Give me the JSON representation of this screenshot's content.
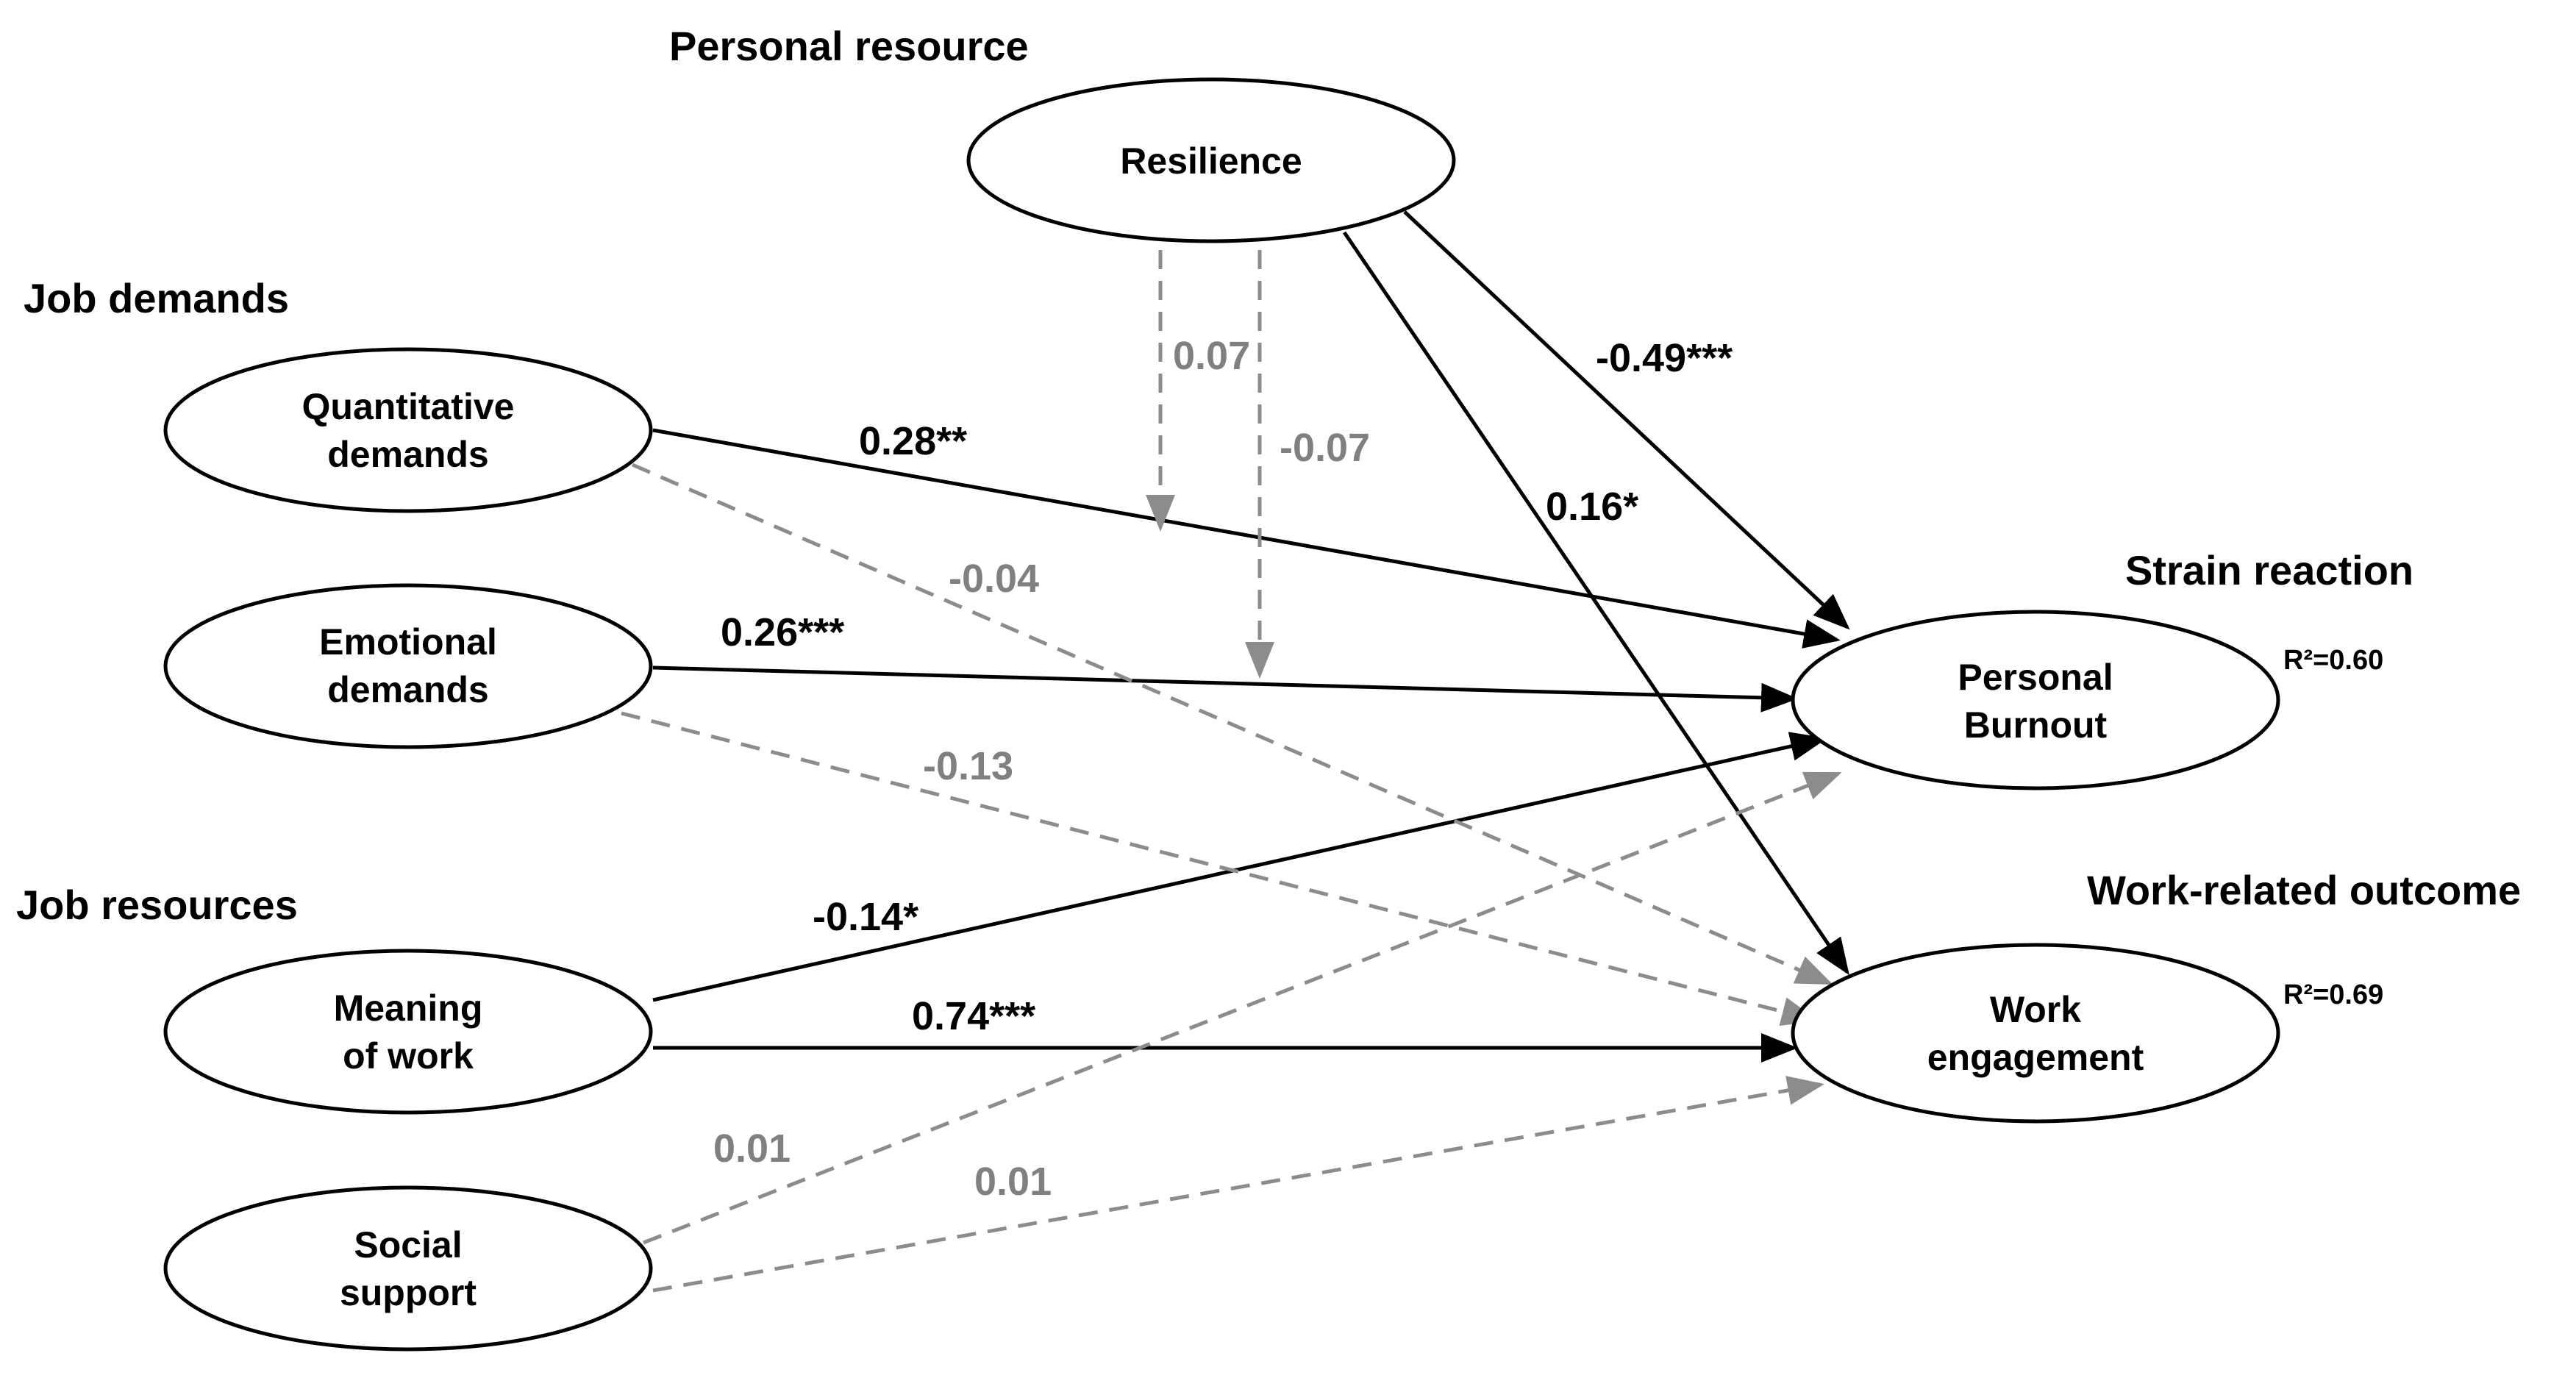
{
  "groups": {
    "personal_resource": "Personal resource",
    "job_demands": "Job demands",
    "job_resources": "Job resources",
    "strain_reaction": "Strain reaction",
    "work_outcome": "Work-related outcome"
  },
  "nodes": {
    "resilience": [
      "Resilience"
    ],
    "quantitative": [
      "Quantitative",
      "demands"
    ],
    "emotional": [
      "Emotional",
      "demands"
    ],
    "meaning": [
      "Meaning",
      "of work"
    ],
    "social": [
      "Social",
      "support"
    ],
    "burnout": [
      "Personal",
      "Burnout"
    ],
    "engagement": [
      "Work",
      "engagement"
    ]
  },
  "r_squared": {
    "burnout": "R²=0.60",
    "engagement": "R²=0.69"
  },
  "paths": {
    "quant_burnout": {
      "label": "0.28**",
      "significant": true
    },
    "quant_engagement": {
      "label": "-0.04",
      "significant": false
    },
    "emo_burnout": {
      "label": "0.26***",
      "significant": true
    },
    "emo_engagement": {
      "label": "-0.13",
      "significant": false
    },
    "meaning_burnout": {
      "label": "-0.14*",
      "significant": true
    },
    "meaning_engagement": {
      "label": "0.74***",
      "significant": true
    },
    "social_burnout": {
      "label": "0.01",
      "significant": false
    },
    "social_engagement": {
      "label": "0.01",
      "significant": false
    },
    "res_burnout": {
      "label": "-0.49***",
      "significant": true
    },
    "res_engagement": {
      "label": "0.16*",
      "significant": true
    },
    "res_mod_quant": {
      "label": "0.07",
      "significant": false
    },
    "res_mod_emo": {
      "label": "-0.07",
      "significant": false
    }
  },
  "colors": {
    "significant": "#000000",
    "non_significant": "#808080"
  }
}
